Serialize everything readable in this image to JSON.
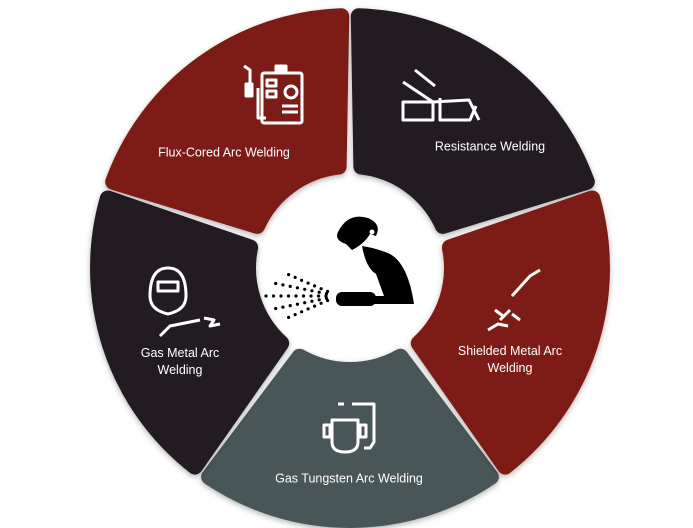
{
  "diagram": {
    "center_icon": "welder-with-sparks-icon",
    "segments": [
      {
        "label": "Gas Tungsten Arc Welding",
        "color": "#4a5658",
        "icon": "tig-welding-helmet-torch-icon"
      },
      {
        "label": "Gas Metal Arc Welding",
        "color": "#231f20",
        "icon": "welding-mask-torch-icon"
      },
      {
        "label": "Flux-Cored Arc Welding",
        "color": "#7d1a12",
        "icon": "welding-machine-icon"
      },
      {
        "label": "Resistance Welding",
        "color": "#231f20",
        "icon": "resistance-welder-icon"
      },
      {
        "label": "Shielded Metal Arc Welding",
        "color": "#7d1a12",
        "icon": "stick-electrode-sparks-icon"
      }
    ]
  }
}
